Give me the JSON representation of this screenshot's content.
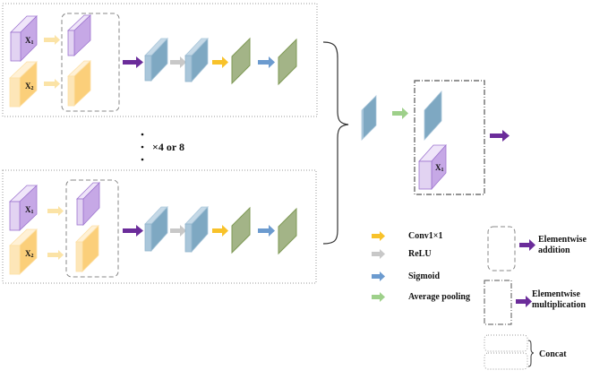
{
  "diagram": {
    "branch_inputs": [
      {
        "label": "X",
        "subscript": "1",
        "color": "purple"
      },
      {
        "label": "X",
        "subscript": "2",
        "color": "orange"
      }
    ],
    "repeat_label": "×4 or 8",
    "fusion_input_label": "X",
    "fusion_input_subscript": "1",
    "colors": {
      "purple_front": "#e2d3f2",
      "purple_side": "#c6a8e6",
      "purple_edge": "#9d74cf",
      "orange_front": "#fde6b8",
      "orange_side": "#fbcf7a",
      "blue_front": "#a9c6da",
      "blue_side": "#7ea8c2",
      "green_side": "#a3b487",
      "green_edge": "#7f9a55",
      "arrow_purple": "#6b2c9a",
      "arrow_orange": "#f8c22a",
      "arrow_gray": "#c8c8c8",
      "arrow_blue": "#6c9bcf",
      "arrow_green": "#9ed08a",
      "arrow_light_orange": "#fbe3a6"
    },
    "legend": {
      "arrows": [
        {
          "name": "conv",
          "label": "Conv1×1",
          "color": "#f8c22a"
        },
        {
          "name": "relu",
          "label": "ReLU",
          "color": "#c8c8c8"
        },
        {
          "name": "sigmoid",
          "label": "Sigmoid",
          "color": "#6c9bcf"
        },
        {
          "name": "avgpool",
          "label": "Average pooling",
          "color": "#9ed08a"
        }
      ],
      "ops": [
        {
          "name": "addition",
          "line1": "Elementwise",
          "line2": "addition"
        },
        {
          "name": "multiplication",
          "line1": "Elementwise",
          "line2": "multiplication"
        },
        {
          "name": "concat",
          "line1": "Concat",
          "line2": ""
        }
      ]
    }
  }
}
